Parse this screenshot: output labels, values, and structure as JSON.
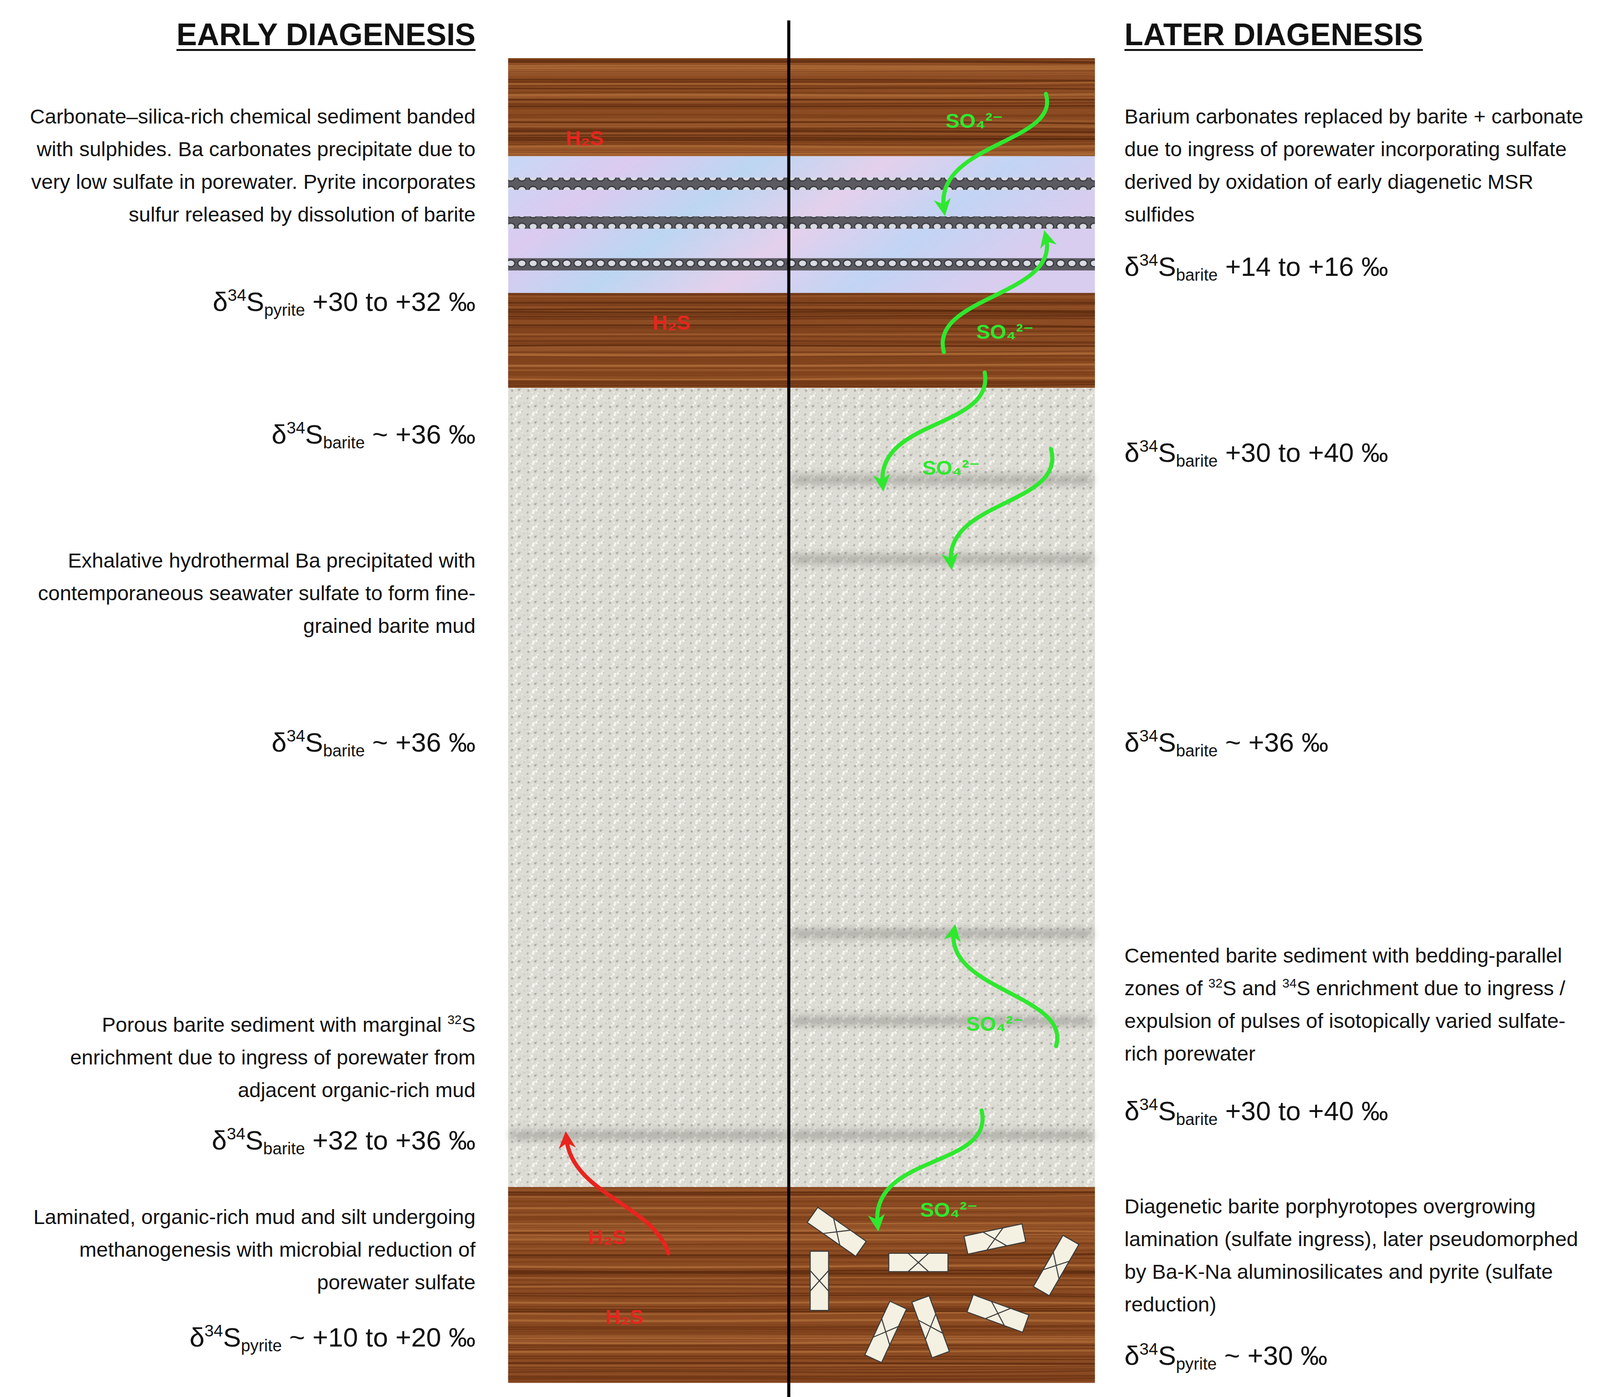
{
  "diagram": {
    "nodes": [
      {
        "text": [
          "H₂S",
          "SO₄²⁻"
        ]
      },
      {
        "text": [
          "H₂S",
          "SO₄²⁻"
        ]
      },
      {
        "text": [
          "SO₄²⁻",
          "SO₄²⁻"
        ]
      },
      {
        "text": [
          "H₂S",
          "H₂S",
          "SO₄²⁻"
        ]
      }
    ],
    "labels": [
      "EARLY DIAGENESIS",
      "Carbonate–silica-rich chemical sediment banded with sulphides. Ba carbonates precipitate due to very low sulfate in porewater. Pyrite incorporates sulfur released by dissolution of barite",
      "δ34Spyrite +30 to +32 ‰",
      "δ34Sbarite ~ +36 ‰",
      "Exhalative hydrothermal Ba precipitated with contemporaneous seawater sulfate to form fine-grained barite mud",
      "δ34Sbarite ~ +36 ‰",
      "Porous barite sediment with marginal 32S enrichment due to ingress of porewater from adjacent organic-rich mud",
      "δ34Sbarite +32 to +36 ‰",
      "Laminated, organic-rich mud and silt undergoing methanogenesis with microbial reduction of porewater sulfate",
      "δ34Spyrite ~ +10 to +20 ‰",
      "LATER DIAGENESIS",
      "Barium carbonates replaced by barite + carbonate due to ingress of porewater incorporating sulfate derived by oxidation of early diagenetic MSR sulfides",
      "δ34Sbarite +14 to +16 ‰",
      "δ34Sbarite +30 to +40 ‰",
      "δ34Sbarite ~ +36 ‰",
      "Cemented barite sediment with bedding-parallel zones of 32S and 34S enrichment due to ingress / expulsion of pulses of isotopically varied sulfate-rich porewater",
      "δ34Sbarite +30 to +40 ‰",
      "Diagenetic barite porphyrotopes overgrowing lamination (sulfate ingress), later pseudomorphed by Ba-K-Na aluminosilicates and pyrite (sulfate reduction)",
      "δ34Spyrite ~ +30 ‰"
    ]
  }
}
